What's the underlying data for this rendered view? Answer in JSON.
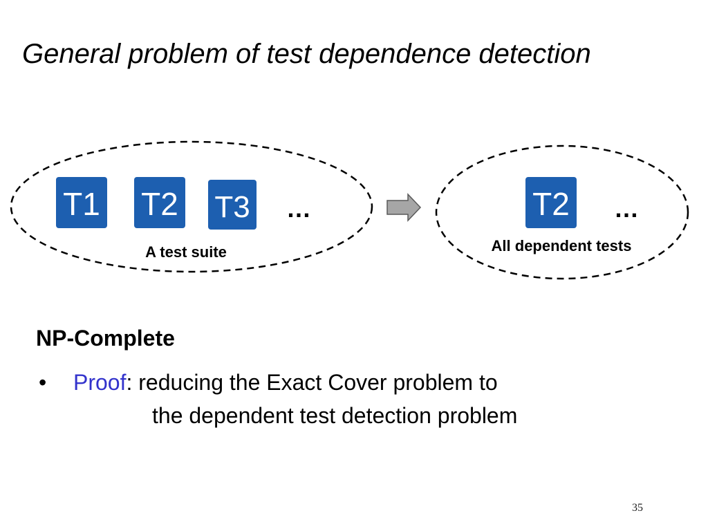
{
  "slide": {
    "title": "General problem of test dependence detection",
    "page_number": "35"
  },
  "diagram": {
    "left_group": {
      "tiles": [
        "T1",
        "T2",
        "T3"
      ],
      "ellipsis": "…",
      "caption": "A test suite"
    },
    "right_group": {
      "tiles": [
        "T2"
      ],
      "ellipsis": "…",
      "caption": "All dependent tests"
    },
    "colors": {
      "tile_fill": "#1d5fb0",
      "tile_text": "#ffffff",
      "dash_stroke": "#000000",
      "arrow_fill": "#a6a6a6",
      "arrow_stroke": "#595959"
    },
    "icons": {
      "arrow": "right-arrow-icon"
    }
  },
  "content": {
    "heading": "NP-Complete",
    "bullet": {
      "marker": "•",
      "label": "Proof",
      "label_color": "#3333cc",
      "text_line1": ": reducing the Exact Cover problem to",
      "text_line2": "the dependent test detection problem"
    }
  }
}
